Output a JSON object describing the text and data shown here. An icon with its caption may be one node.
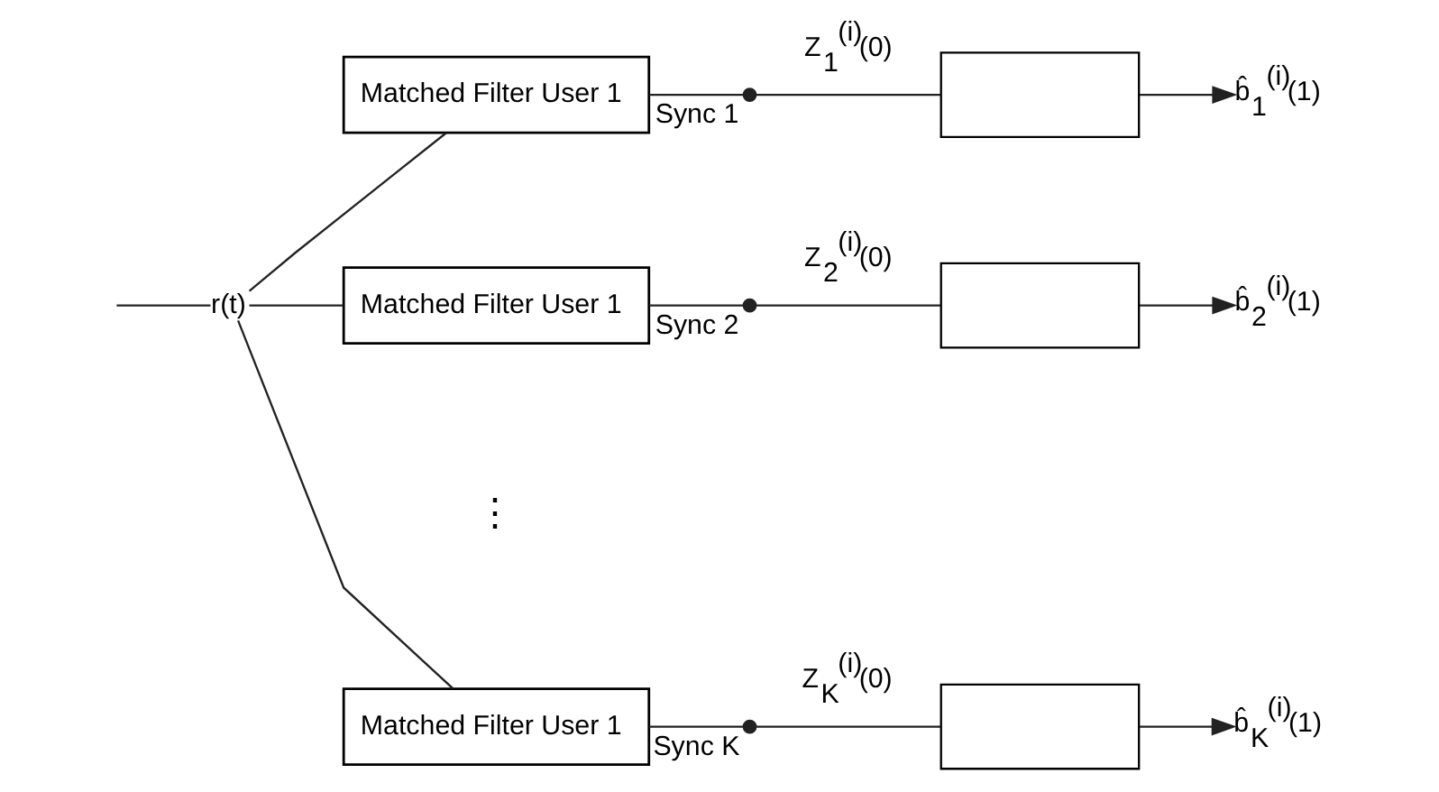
{
  "diagram": {
    "nodes": [
      {
        "text": [
          "r(t)"
        ]
      },
      {
        "text": [
          "Matched Filter User 1"
        ]
      },
      {
        "text": [
          "Matched Filter User 1"
        ]
      },
      {
        "text": [
          "Matched Filter User 1"
        ]
      },
      {
        "text": [],
        "shape": "switch",
        "beside": [
          "Sync 1"
        ]
      },
      {
        "text": [],
        "shape": "switch",
        "beside": [
          "Sync 2"
        ]
      },
      {
        "text": [],
        "shape": "switch",
        "beside": [
          "Sync K"
        ]
      },
      {
        "text": [],
        "shape": "box"
      },
      {
        "text": [],
        "shape": "box"
      },
      {
        "text": [],
        "shape": "box"
      },
      {
        "text": [
          "b̂$_{1}$$^{(i)}$(1)"
        ]
      },
      {
        "text": [
          "b̂$_{2}$$^{(i)}$(1)"
        ]
      },
      {
        "text": [
          "b̂$_{K}$$^{(i)}$(1)"
        ]
      }
    ],
    "edges": [
      {
        "from": null,
        "to": 0,
        "arrow": "none"
      },
      {
        "from": 0,
        "to": 1,
        "arrow": "none"
      },
      {
        "from": 0,
        "to": 2,
        "arrow": "none"
      },
      {
        "from": 0,
        "to": 3,
        "arrow": "none"
      },
      {
        "from": 1,
        "to": 4,
        "arrow": "none"
      },
      {
        "from": 2,
        "to": 5,
        "arrow": "none"
      },
      {
        "from": 3,
        "to": 6,
        "arrow": "none"
      },
      {
        "from": 4,
        "to": 7,
        "arrow": "none",
        "label": "Z$_{1}$$^{(i)}$(0)"
      },
      {
        "from": 5,
        "to": 8,
        "arrow": "none",
        "label": "Z$_{2}$$^{(i)}$(0)"
      },
      {
        "from": 6,
        "to": 9,
        "arrow": "none",
        "label": "Z$_{K}$$^{(i)}$(0)"
      },
      {
        "from": 7,
        "to": 10,
        "arrow": "to"
      },
      {
        "from": 8,
        "to": 11,
        "arrow": "to"
      },
      {
        "from": 9,
        "to": 12,
        "arrow": "to"
      }
    ],
    "labels": [
      "⋮"
    ]
  }
}
